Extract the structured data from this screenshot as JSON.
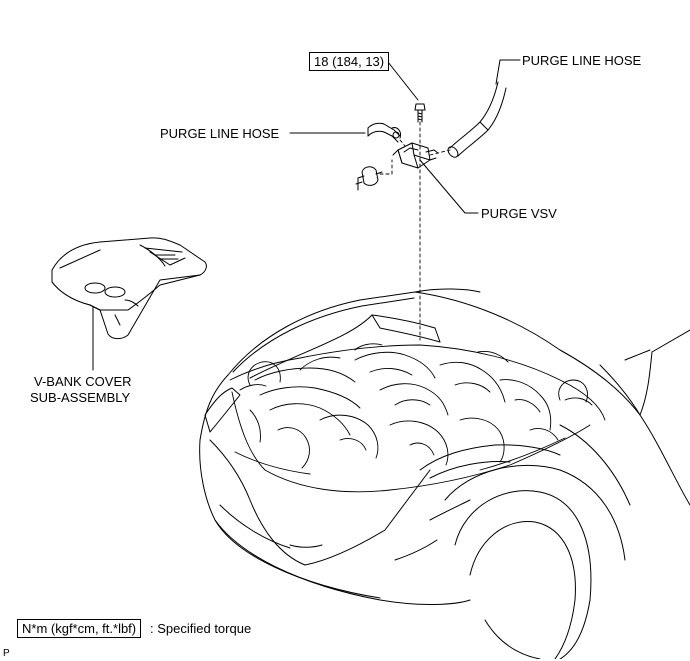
{
  "labels": {
    "torque_value": "18 (184, 13)",
    "purge_line_hose_right": "PURGE LINE HOSE",
    "purge_line_hose_left": "PURGE LINE HOSE",
    "purge_vsv": "PURGE VSV",
    "vbank_cover_line1": "V-BANK COVER",
    "vbank_cover_line2": "SUB-ASSEMBLY"
  },
  "legend": {
    "unit_box": "N*m (kgf*cm, ft.*lbf)",
    "description": ": Specified torque"
  },
  "corner_mark": "P"
}
